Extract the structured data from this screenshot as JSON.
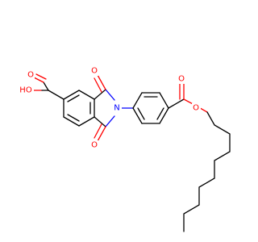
{
  "colors": {
    "background": "#ffffff",
    "bond": "#000000",
    "oxygen": "#ff0000",
    "nitrogen": "#0000ff"
  },
  "atoms": {
    "acid_oxygen_hydroxyl": "HO",
    "acid_oxygen_carbonyl": "O",
    "imide_oxygen_top": "O",
    "imide_oxygen_bottom": "O",
    "imide_nitrogen": "N",
    "ester_oxygen_carbonyl": "O",
    "ester_oxygen_chain": "O"
  }
}
